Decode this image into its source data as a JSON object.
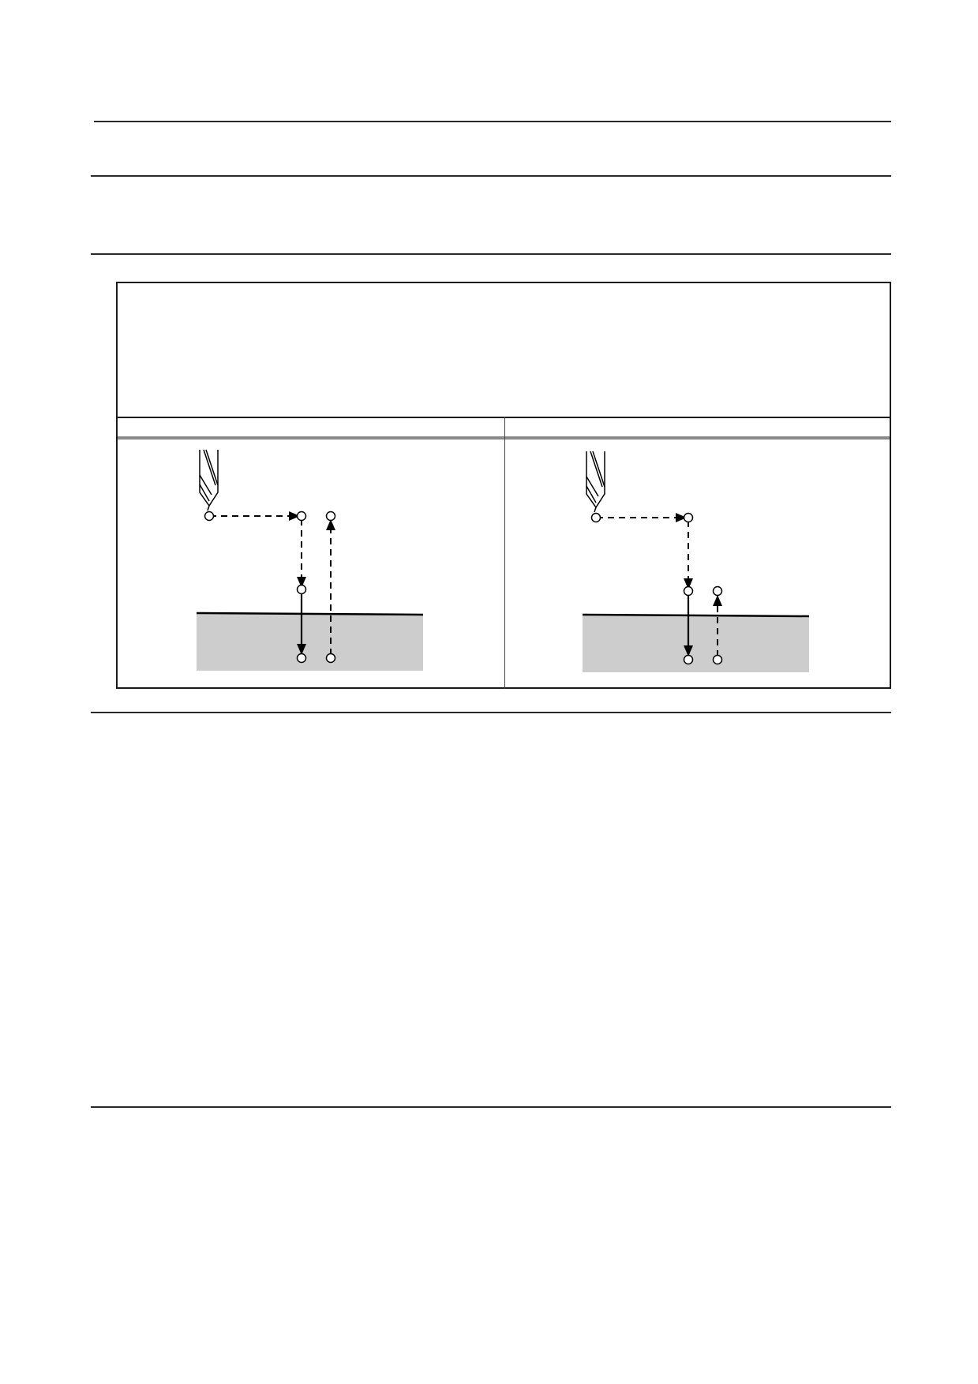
{
  "page": {
    "header_text": "",
    "caption": "",
    "column_headers": [
      "",
      ""
    ]
  },
  "diagram": {
    "left_panel": {
      "role": "drilling-cycle-full-retract",
      "return_level": "initial-point"
    },
    "right_panel": {
      "role": "drilling-cycle-short-retract",
      "return_level": "point-r"
    },
    "colors": {
      "workpiece": "#cdcdcd",
      "line": "#000000",
      "point_fill": "#ffffff"
    },
    "icons": [
      "drill-icon"
    ]
  }
}
